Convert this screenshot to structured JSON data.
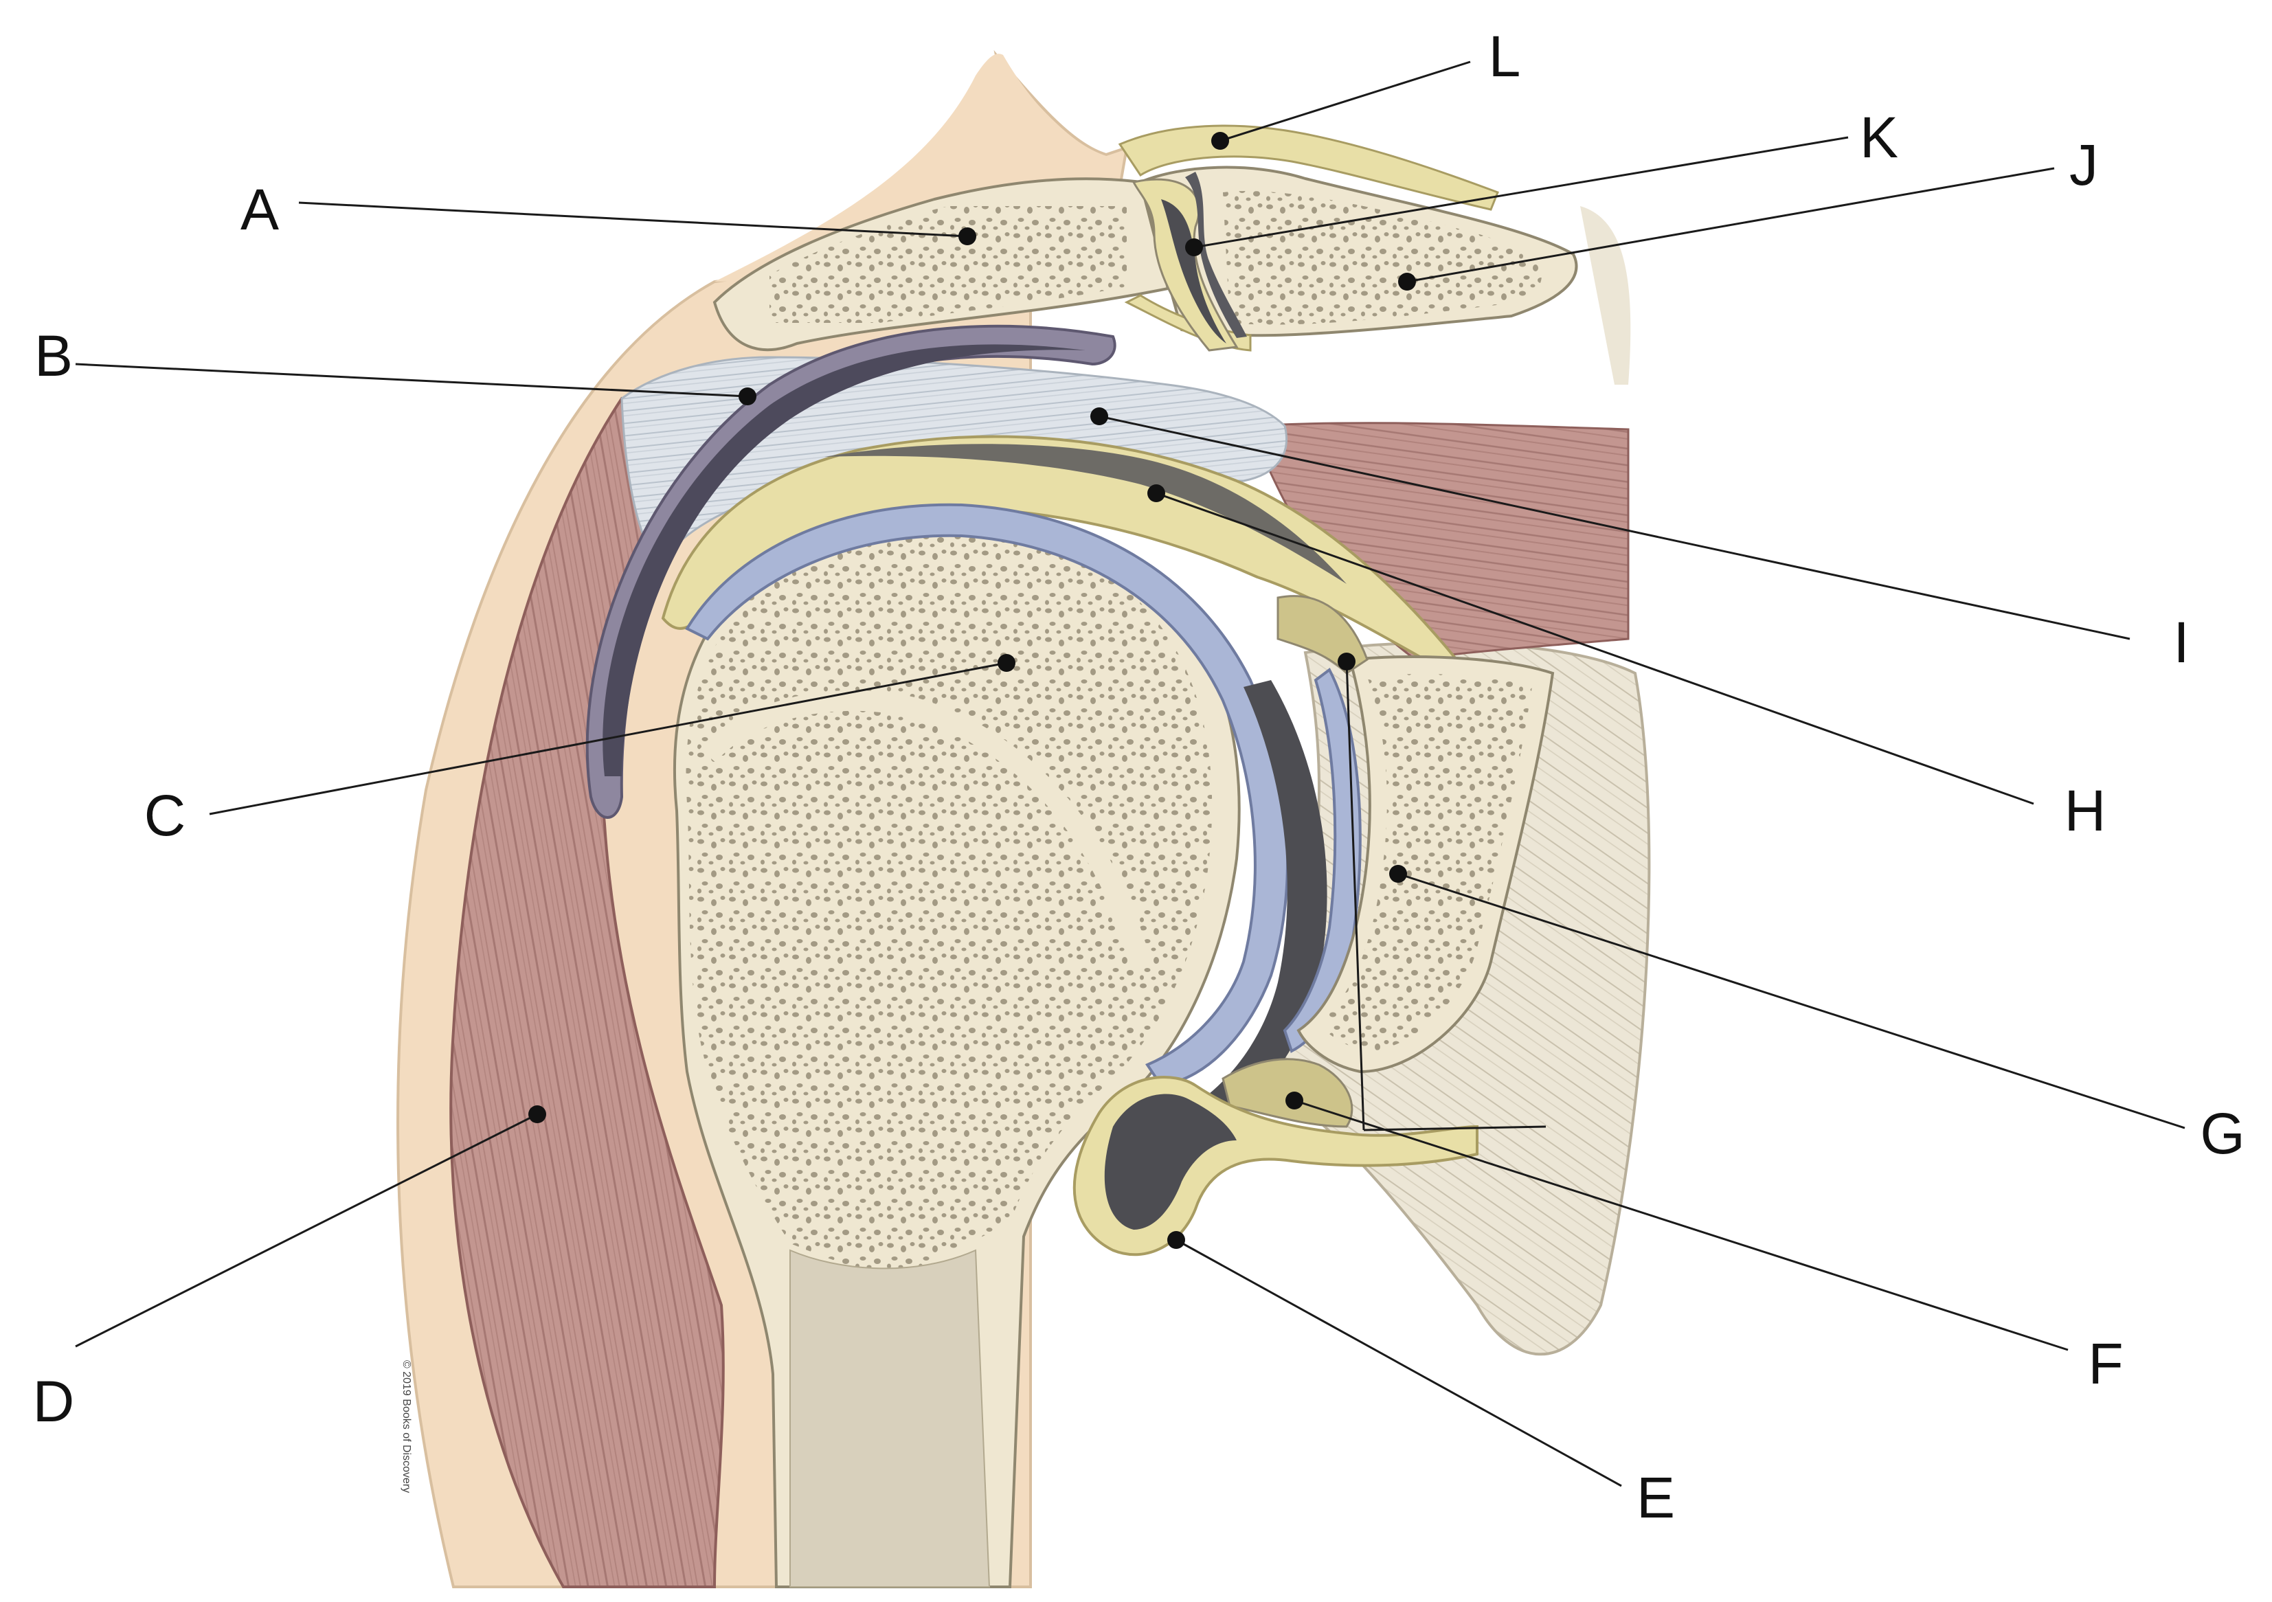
{
  "diagram": {
    "labels": [
      {
        "id": "a",
        "text": "A"
      },
      {
        "id": "b",
        "text": "B"
      },
      {
        "id": "c",
        "text": "C"
      },
      {
        "id": "d",
        "text": "D"
      },
      {
        "id": "e",
        "text": "E"
      },
      {
        "id": "f",
        "text": "F"
      },
      {
        "id": "g",
        "text": "G"
      },
      {
        "id": "h",
        "text": "H"
      },
      {
        "id": "i",
        "text": "I"
      },
      {
        "id": "j",
        "text": "J"
      },
      {
        "id": "k",
        "text": "K"
      },
      {
        "id": "l",
        "text": "L"
      }
    ],
    "copyright": "© 2019 Books of Discovery"
  },
  "colors": {
    "skin": "#f3dcc0",
    "bone": "#efe7d1",
    "spongy_dot": "#a39a84",
    "muscle": "#c39690",
    "muscle_line": "#8e5f5b",
    "cartilage": "#aab6d6",
    "bursa": "#8e879f",
    "tendon": "#dfe4ea",
    "capsule": "#e8dfa7",
    "labrum": "#cdc38a",
    "cavity": "#4d4d52",
    "line": "#1a1a1a"
  }
}
